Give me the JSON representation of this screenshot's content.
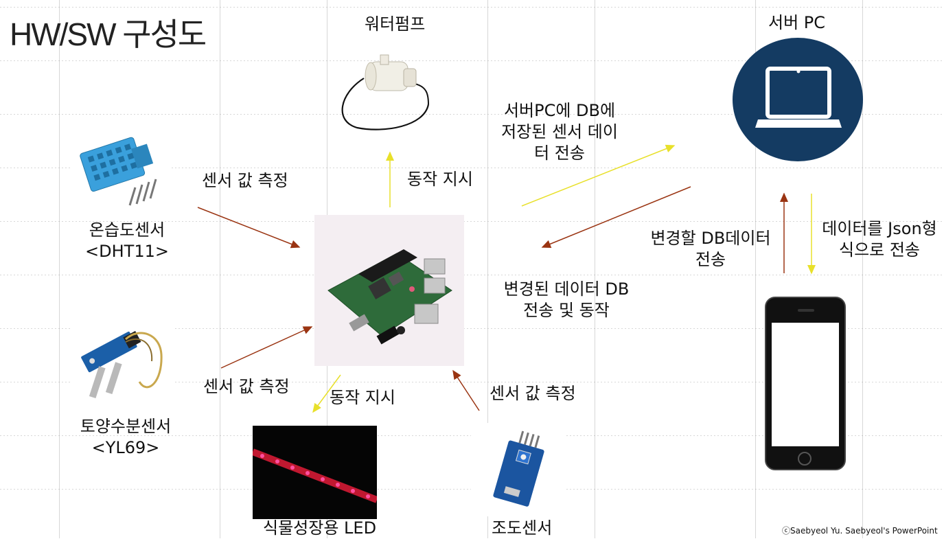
{
  "title": "HW/SW 구성도",
  "nodes": {
    "water_pump": "워터펌프",
    "server_pc": "서버 PC",
    "dht11_line1": "온습도센서",
    "dht11_line2": "<DHT11>",
    "yl69_line1": "토양수분센서",
    "yl69_line2": "<YL69>",
    "led": "식물성장용 LED",
    "light_sensor": "조도센서"
  },
  "edges": {
    "sensor_measure_dht": "센서 값 측정",
    "command_pump": "동작 지시",
    "sensor_measure_yl": "센서 값 측정",
    "command_led": "동작 지시",
    "sensor_measure_light": "센서 값 측정",
    "to_server_line1": "서버PC에 DB에",
    "to_server_line2": "저장된 센서 데이",
    "to_server_line3": "터 전송",
    "changed_line1": "변경된 데이터 DB",
    "changed_line2": "전송 및 동작",
    "change_db_line1": "변경할 DB데이터",
    "change_db_line2": "전송",
    "json_line1": "데이터를 Json형",
    "json_line2": "식으로 전송"
  },
  "footer": "ⓒSaebyeol Yu. Saebyeol's PowerPoint",
  "colors": {
    "arrow_red": "#9a3412",
    "arrow_yellow": "#e8e02a",
    "server_circle": "#143b62",
    "pcb_green": "#2e6b3a"
  }
}
